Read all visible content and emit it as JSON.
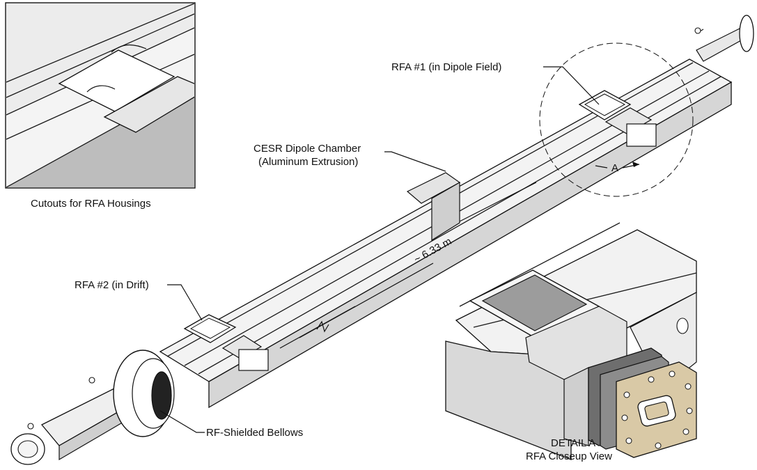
{
  "labels": {
    "cutouts_caption": "Cutouts for RFA Housings",
    "rfa1": "RFA #1 (in Dipole Field)",
    "cesr_line1": "CESR Dipole Chamber",
    "cesr_line2": "(Aluminum Extrusion)",
    "rfa2": "RFA #2 (in Drift)",
    "length": "~ 6.33 m",
    "bellows": "RF-Shielded Bellows",
    "detail_marker": "A",
    "detail_line1": "DETAIL  A",
    "detail_line2": "RFA Closeup View"
  },
  "colors": {
    "line": "#111111",
    "chamber_light": "#f2f2f2",
    "chamber_mid": "#d9d9d9",
    "chamber_dark": "#bdbdbd",
    "housing_dark": "#8c8c8c",
    "connector_grey": "#6e6e6e",
    "flange_tan": "#d9c9a6"
  }
}
